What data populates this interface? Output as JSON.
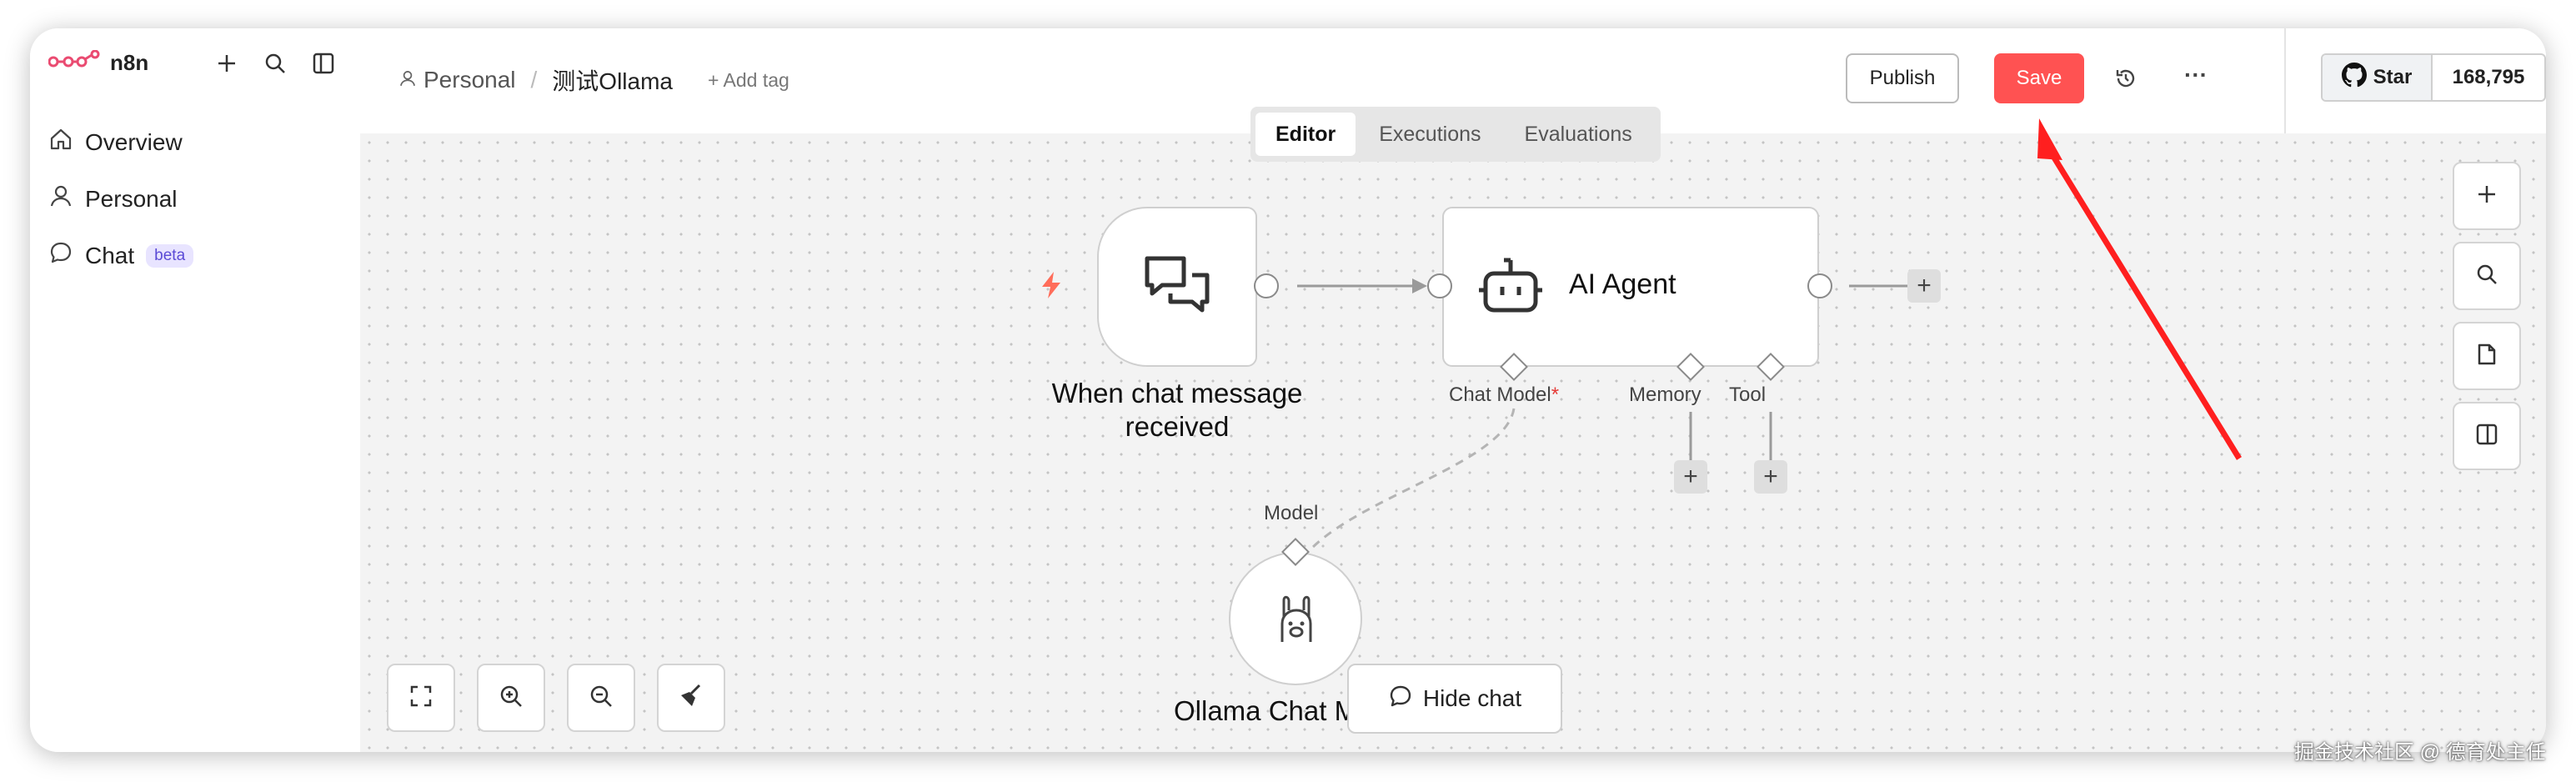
{
  "app": {
    "name": "n8n"
  },
  "sidebar": {
    "items": [
      {
        "label": "Overview",
        "icon": "home-icon"
      },
      {
        "label": "Personal",
        "icon": "user-icon"
      },
      {
        "label": "Chat",
        "icon": "chat-bubble-icon",
        "badge": "beta"
      }
    ]
  },
  "header": {
    "breadcrumb_project": "Personal",
    "breadcrumb_sep": "/",
    "workflow_name": "测试Ollama",
    "add_tag": "+ Add tag",
    "publish_label": "Publish",
    "save_label": "Save",
    "more_label": "···",
    "github_star_label": "Star",
    "github_star_count": "168,795"
  },
  "tabs": [
    {
      "label": "Editor",
      "active": true
    },
    {
      "label": "Executions",
      "active": false
    },
    {
      "label": "Evaluations",
      "active": false
    }
  ],
  "nodes": {
    "trigger": {
      "label_line1": "When chat message",
      "label_line2": "received"
    },
    "agent": {
      "title": "AI Agent",
      "inputs": [
        "Chat Model",
        "Memory",
        "Tool"
      ],
      "required_mark": "*"
    },
    "model": {
      "connector_label": "Model",
      "label": "Ollama Chat M"
    }
  },
  "canvas_controls": {
    "hide_chat_label": "Hide chat"
  },
  "watermark": "掘金技术社区 @ 德育处主任",
  "colors": {
    "accent": "#ff5252",
    "brand": "#ea4b71",
    "canvas_bg": "#f3f3f3",
    "arrow": "#ff1f1f"
  }
}
